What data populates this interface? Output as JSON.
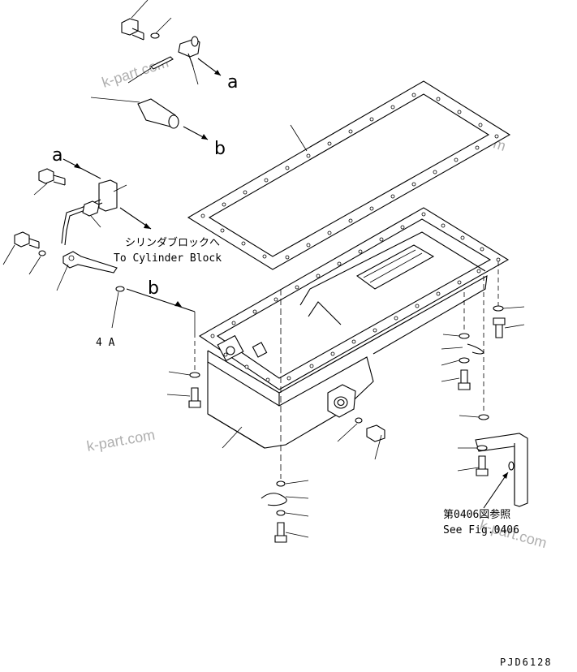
{
  "watermark": "k-part.com",
  "callouts": {
    "a_arrow": "a",
    "b_arrow": "b",
    "a_ref": "a",
    "b_ref": "b",
    "four_a": "4 A"
  },
  "notes": {
    "cyl_jp": "シリンダブロックへ",
    "cyl_en": "To Cylinder Block",
    "fig_jp": "第0406図参照",
    "fig_en": "See Fig.0406"
  },
  "code": "PJD6128"
}
